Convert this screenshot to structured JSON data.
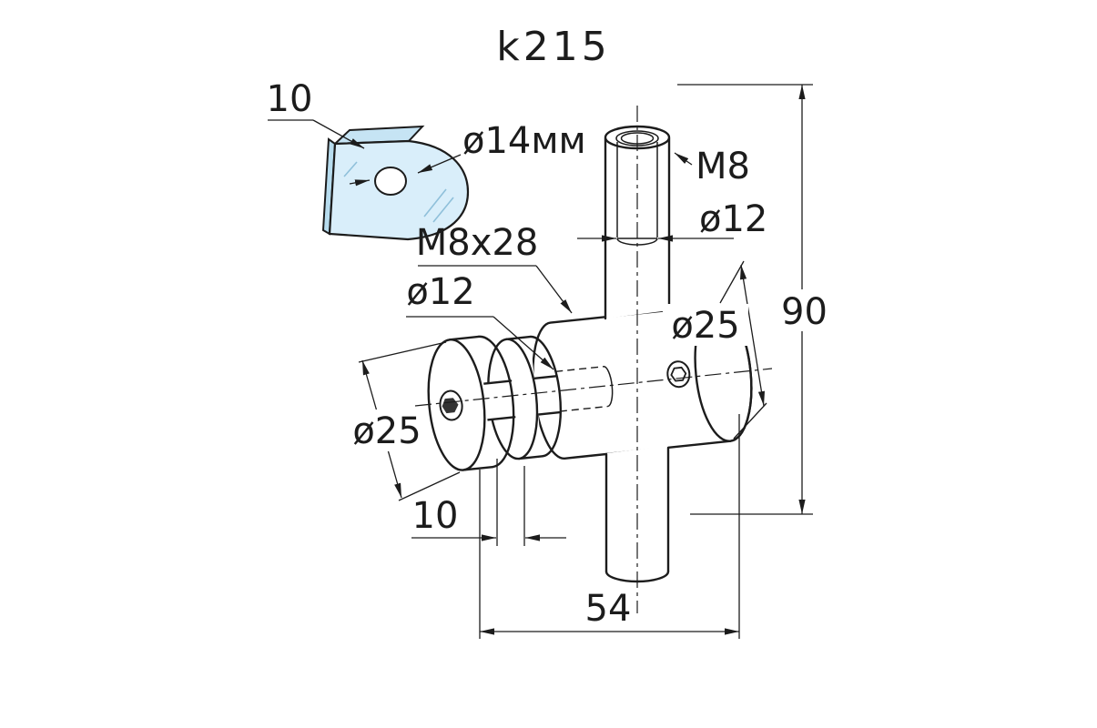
{
  "title": "k215",
  "colors": {
    "line": "#1c1c1c",
    "glass_front": "#d9eefa",
    "glass_top": "#c6e4f4",
    "glass_side": "#b7dcee"
  },
  "labels": {
    "glass_thickness": "10",
    "glass_hole_dia": "ø14мм",
    "top_thread": "M8",
    "top_bore_dia": "ø12",
    "overall_height": "90",
    "stud_spec": "M8x28",
    "side_bore_dia": "ø12",
    "disc_dia": "ø25",
    "body_dia": "ø25",
    "glass_gap": "10",
    "body_length": "54"
  }
}
